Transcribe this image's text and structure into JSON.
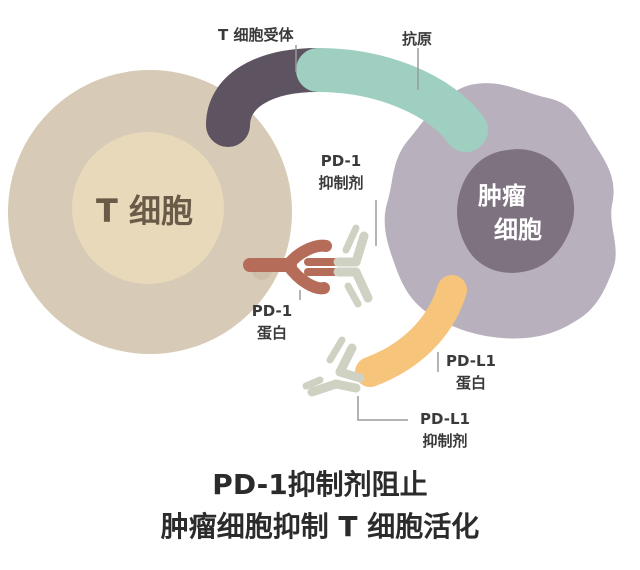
{
  "labels": {
    "tcr": "T 细胞受体",
    "antigen": "抗原",
    "t_cell": "T 细胞",
    "tumor_cell_line1": "肿瘤",
    "tumor_cell_line2": "细胞",
    "pd1_inhibitor_line1": "PD-1",
    "pd1_inhibitor_line2": "抑制剂",
    "pd1_protein_line1": "PD-1",
    "pd1_protein_line2": "蛋白",
    "pdl1_protein_line1": "PD-L1",
    "pdl1_protein_line2": "蛋白",
    "pdl1_inhibitor_line1": "PD-L1",
    "pdl1_inhibitor_line2": "抑制剂"
  },
  "caption": {
    "line1": "PD-1抑制剂阻止",
    "line2": "肿瘤细胞抑制 T 细胞活化"
  },
  "colors": {
    "t_cell_outer": "#d7cab6",
    "t_cell_inner": "#e8d9bb",
    "tumor_outer": "#b9b0bd",
    "tumor_nucleus": "#7e7180",
    "tcr": "#5e5360",
    "antigen": "#9fcfc0",
    "pd1_protein": "#b56c58",
    "pdl1_protein": "#f7c47c",
    "antibody": "#cfd1c2"
  }
}
